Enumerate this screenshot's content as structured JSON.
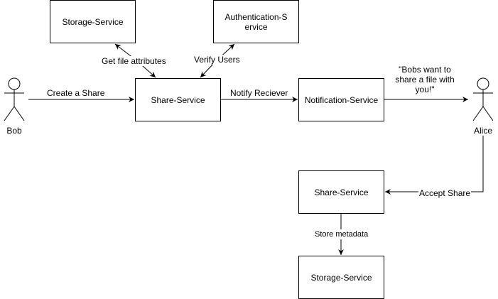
{
  "actors": {
    "bob": "Bob",
    "alice": "Alice"
  },
  "services": {
    "storage_top": "Storage-Service",
    "auth": "Authentication-Service",
    "share_main": "Share-Service",
    "notification": "Notification-Service",
    "share_lower": "Share-Service",
    "storage_bottom": "Storage-Service"
  },
  "edges": {
    "create_share": "Create a Share",
    "get_file_attributes": "Get file attributes",
    "verify_users": "Verify Users",
    "notify_receiver": "Notify Reciever",
    "message": "\"Bobs want to share a file with you!\"",
    "accept_share": "Accept Share",
    "store_metadata": "Store metadata"
  }
}
